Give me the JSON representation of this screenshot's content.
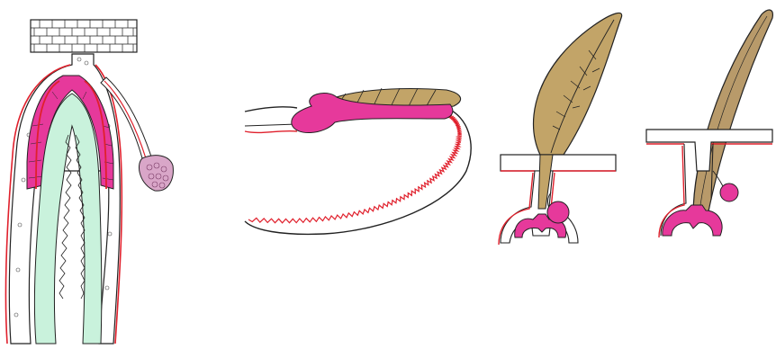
{
  "colors": {
    "background": "#ffffff",
    "outline": "#222222",
    "epithelium_red": "#e0202c",
    "matrix_magenta": "#e6399b",
    "papilla_pink": "#f26bb5",
    "gland_lilac": "#d9a6c8",
    "cortex_mint": "#c9f2dc",
    "shaft_brown": "#b89a6a",
    "feather_tan": "#c2a468"
  },
  "panels": [
    {
      "id": "hair-follicle-section",
      "icon": "hair-follicle"
    },
    {
      "id": "curved-follicle",
      "icon": "curved-follicle"
    },
    {
      "id": "feather-follicle-a",
      "icon": "feather-follicle"
    },
    {
      "id": "feather-follicle-b",
      "icon": "feather-follicle"
    }
  ]
}
